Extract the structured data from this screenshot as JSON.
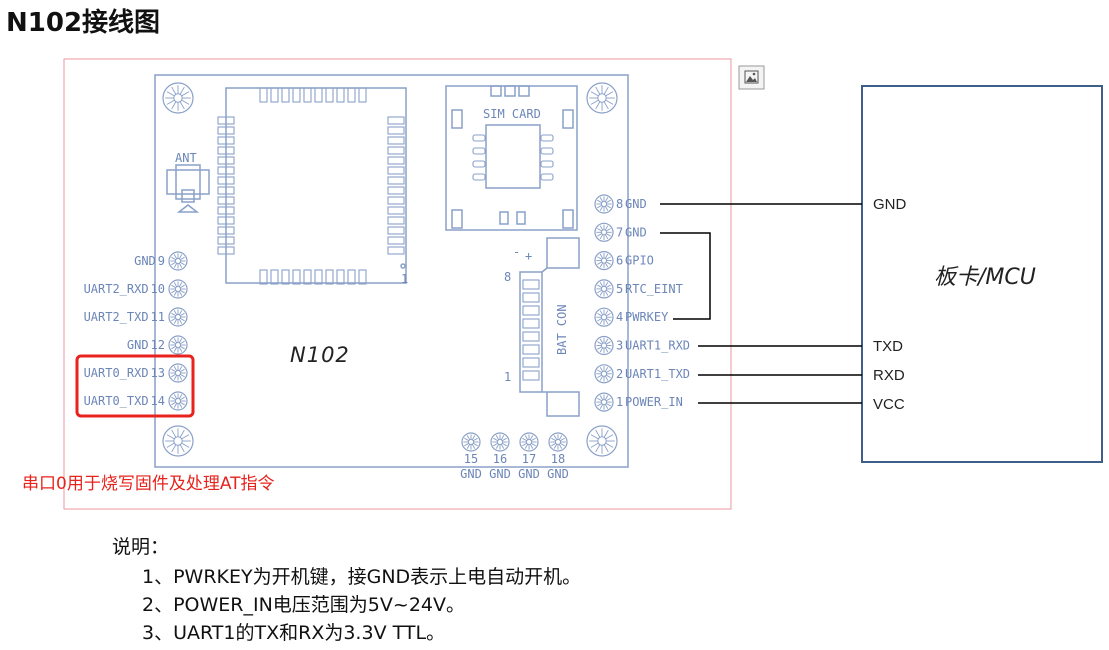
{
  "title": "N102接线图",
  "module": {
    "name": "N102",
    "sim_label": "SIM CARD",
    "ant_label": "ANT",
    "bat_label": "BAT CON",
    "bat_top": "8",
    "bat_bottom": "1",
    "bat_minus": "-",
    "bat_plus": "+",
    "pin1_mark": "1",
    "uart0_note": "串口0用于烧写固件及处理AT指令",
    "left_pins": [
      {
        "label": "GND",
        "num": "9"
      },
      {
        "label": "UART2_RXD",
        "num": "10"
      },
      {
        "label": "UART2_TXD",
        "num": "11"
      },
      {
        "label": "GND",
        "num": "12"
      },
      {
        "label": "UART0_RXD",
        "num": "13"
      },
      {
        "label": "UART0_TXD",
        "num": "14"
      }
    ],
    "right_pins": [
      {
        "label": "GND",
        "num": "8"
      },
      {
        "label": "GND",
        "num": "7"
      },
      {
        "label": "GPIO",
        "num": "6"
      },
      {
        "label": "RTC_EINT",
        "num": "5"
      },
      {
        "label": "PWRKEY",
        "num": "4"
      },
      {
        "label": "UART1_RXD",
        "num": "3"
      },
      {
        "label": "UART1_TXD",
        "num": "2"
      },
      {
        "label": "POWER_IN",
        "num": "1"
      }
    ],
    "bottom_pins": [
      {
        "num": "15",
        "label": "GND"
      },
      {
        "num": "16",
        "label": "GND"
      },
      {
        "num": "17",
        "label": "GND"
      },
      {
        "num": "18",
        "label": "GND"
      }
    ]
  },
  "mcu": {
    "title": "板卡/MCU",
    "pins": [
      "GND",
      "TXD",
      "RXD",
      "VCC"
    ]
  },
  "notes": {
    "heading": "说明：",
    "items": [
      "1、PWRKEY为开机键，接GND表示上电自动开机。",
      "2、POWER_IN电压范围为5V~24V。",
      "3、UART1的TX和RX为3.3V TTL。"
    ]
  },
  "colors": {
    "pcb_line": "#8aa0c8",
    "pcb_text": "#6c86b8",
    "frame_pink": "#e89aa0",
    "highlight_red": "#e8221c",
    "mcu_border": "#3e5f8a",
    "wire": "#000000"
  }
}
